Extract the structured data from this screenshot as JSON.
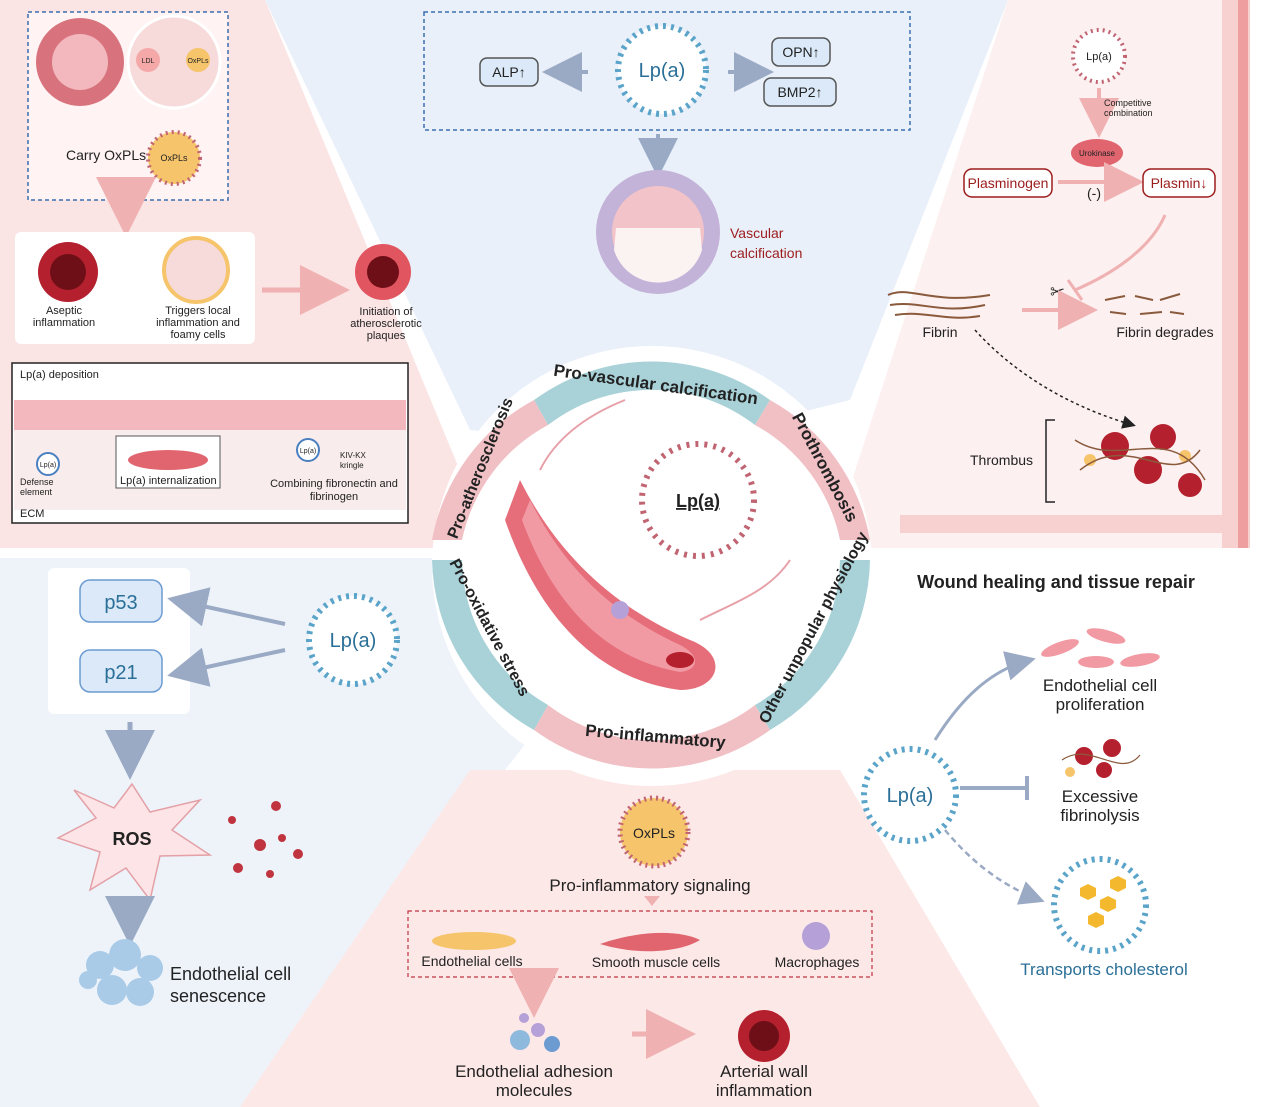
{
  "center": {
    "lpa": "Lp(a)",
    "ring_segments": [
      "Pro-vascular calcification",
      "Prothrombosis",
      "Other unpopular physiology",
      "Pro-inflammatory",
      "Pro-oxidative stress",
      "Pro-atherosclerosis"
    ]
  },
  "athero": {
    "ldl": "LDL",
    "oxpls_small": "OxPLs",
    "carry": "Carry OxPLs",
    "aseptic": "Aseptic inflammation",
    "triggers": "Triggers local inflammation and foamy cells",
    "initiation": "Initiation of atherosclerotic plaques",
    "deposition_title": "Lp(a) deposition",
    "defense": "Defense element",
    "internalization": "Lp(a) internalization",
    "kringle": "KIV-KX kringle",
    "combining": "Combining fibronectin and fibrinogen",
    "ecm": "ECM",
    "lpa_small": "Lp(a)"
  },
  "calcification": {
    "lpa": "Lp(a)",
    "alp": "ALP↑",
    "opn": "OPN↑",
    "bmp2": "BMP2↑",
    "vascular": "Vascular calcification"
  },
  "thrombosis": {
    "lpa": "Lp(a)",
    "competitive": "Competitive combination",
    "urokinase": "Urokinase",
    "plasminogen": "Plasminogen",
    "minus": "(-)",
    "plasmin": "Plasmin↓",
    "fibrin": "Fibrin",
    "fibrin_degrades": "Fibrin degrades",
    "thrombus": "Thrombus"
  },
  "oxidative": {
    "p53": "p53",
    "p21": "p21",
    "lpa": "Lp(a)",
    "ros": "ROS",
    "senescence": "Endothelial cell senescence"
  },
  "inflammatory": {
    "oxpls": "OxPLs",
    "signaling": "Pro-inflammatory signaling",
    "endothelial": "Endothelial cells",
    "smooth": "Smooth muscle cells",
    "macrophages": "Macrophages",
    "adhesion": "Endothelial adhesion molecules",
    "arterial": "Arterial wall inflammation"
  },
  "wound": {
    "title": "Wound healing and tissue repair",
    "lpa": "Lp(a)",
    "proliferation": "Endothelial cell proliferation",
    "fibrinolysis": "Excessive fibrinolysis",
    "cholesterol": "Transports cholesterol"
  }
}
